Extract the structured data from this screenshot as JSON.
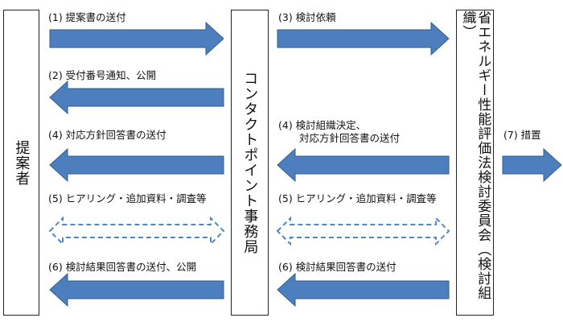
{
  "nodes": {
    "proposer": "提案者",
    "contact_point": "コンタクトポイント事務局",
    "committee": "省エネルギー性能評価法検討委員会（検討組織）"
  },
  "steps": {
    "s1": "(1) 提案書の送付",
    "s2": "(2) 受付番号通知、公開",
    "s3": "(3) 検討依頼",
    "s4_left": "(4) 対応方針回答書の送付",
    "s4_right_line1": "(4) 検討組織決定、",
    "s4_right_line2": "対応方針回答書の送付",
    "s5_left": "(5) ヒアリング・追加資料・調査等",
    "s5_right": "(5) ヒアリング・追加資料・調査等",
    "s6_left": "(6) 検討結果回答書の送付、公開",
    "s6_right": "(6) 検討結果回答書の送付",
    "s7": "(7) 措置"
  },
  "colors": {
    "arrow_fill": "#4d7fbf",
    "arrow_stroke": "#2f5d95",
    "dashed_arrow": "#4f86c4"
  }
}
